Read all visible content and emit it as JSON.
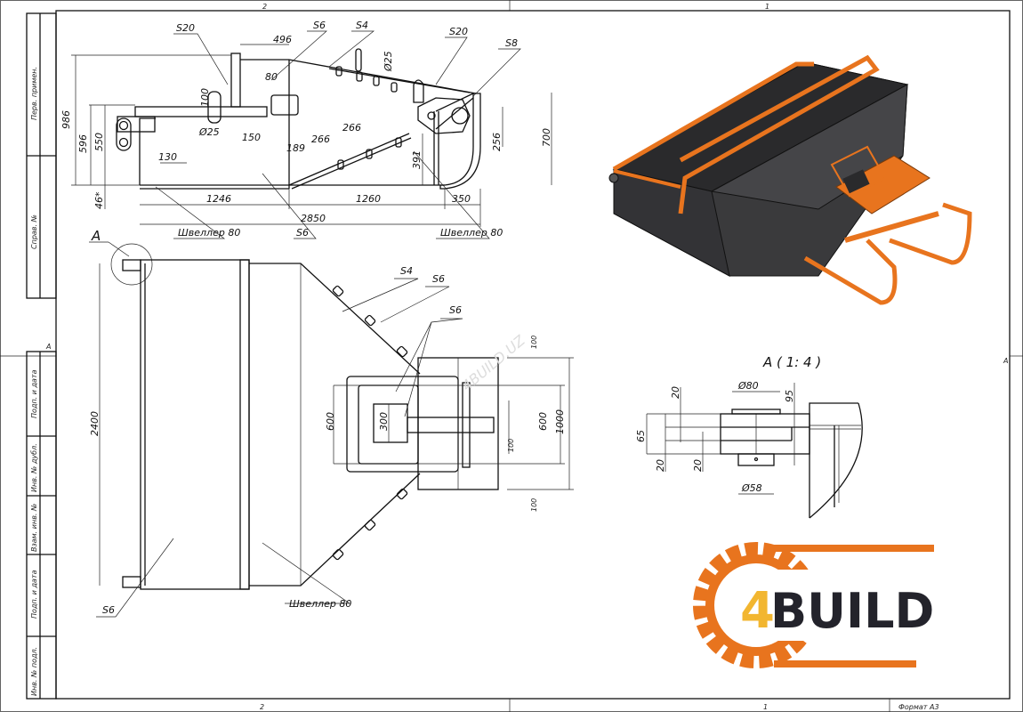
{
  "frame": {
    "zones_top": [
      "2",
      "1"
    ],
    "zones_bottom": [
      "2",
      "1"
    ],
    "side_marks": [
      "A",
      "A"
    ],
    "format": "Формат А3",
    "stamp": [
      "Перв. примен.",
      "Справ. №",
      "Подп. и дата",
      "Инв. № дубл.",
      "Взам. инв. №",
      "Подп. и дата",
      "Инв. № подл."
    ]
  },
  "side_view": {
    "labels": [
      "S20",
      "S6",
      "S4",
      "S20",
      "S8",
      "Швеллер 80",
      "S6",
      "Швеллер 80"
    ],
    "dims": [
      "496",
      "80",
      "100",
      "Ø25",
      "150",
      "130",
      "986",
      "596",
      "550",
      "46*",
      "1246",
      "1260",
      "350",
      "2850",
      "189",
      "266",
      "266",
      "391",
      "256",
      "700",
      "Ø25"
    ]
  },
  "top_view": {
    "section_mark": "A",
    "labels": [
      "S4",
      "S6",
      "S6",
      "S6",
      "Швеллер 80"
    ],
    "dims": [
      "2400",
      "100",
      "600",
      "300",
      "600",
      "1000",
      "100",
      "100"
    ]
  },
  "detail": {
    "title": "A ( 1: 4 )",
    "dims": [
      "Ø80",
      "95",
      "20",
      "65",
      "20",
      "20",
      "Ø58"
    ]
  },
  "watermark": "4BUILD.UZ",
  "logo": {
    "text": "4BUILD",
    "prefix": "4",
    "main": "BUILD"
  },
  "colors": {
    "orange": "#E8741E",
    "dark": "#2B2B2E",
    "steel": "#3A3A3C"
  }
}
